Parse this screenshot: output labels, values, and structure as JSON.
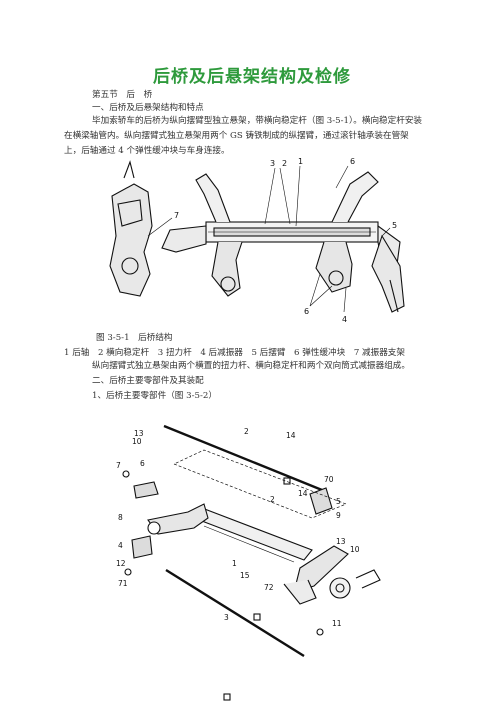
{
  "doc": {
    "title": "后桥及后悬架结构及检修",
    "section": "第五节　后　桥",
    "heading1": "一、后桥及后悬架结构和特点",
    "para1_line1": "毕加索轿车的后桥为纵向摆臂型独立悬架，带横向稳定杆（图 3-5-1）。横向稳定杆安装",
    "para1_line2": "在横梁轴管内。纵向摆臂式独立悬架用两个 GS 铸铁制成的纵摆臂，通过滚针轴承装在管架",
    "para1_line3": "上，后轴通过 4 个弹性缓冲块与车身连接。",
    "fig1_caption": "图 3-5-1　后桥结构",
    "fig1_legend": "1 后轴　2 横向稳定杆　3 扭力杆　4 后减振器　5 后摆臂　6 弹性缓冲块　7 减振器支架",
    "para2": "纵向摆臂式独立悬架由两个横置的扭力杆、横向稳定杆和两个双向筒式减振器组成。",
    "heading2": "二、后桥主要零部件及其装配",
    "heading3": "1、后桥主要零部件（图 3-5-2）"
  },
  "fig1": {
    "labels": [
      "3",
      "2",
      "1",
      "6",
      "7",
      "5",
      "6",
      "4"
    ]
  },
  "fig2": {
    "labels": [
      "13",
      "10",
      "2",
      "14",
      "7",
      "6",
      "70",
      "14",
      "5",
      "8",
      "2",
      "9",
      "13",
      "10",
      "4",
      "1",
      "12",
      "15",
      "71",
      "72",
      "3",
      "11"
    ]
  }
}
